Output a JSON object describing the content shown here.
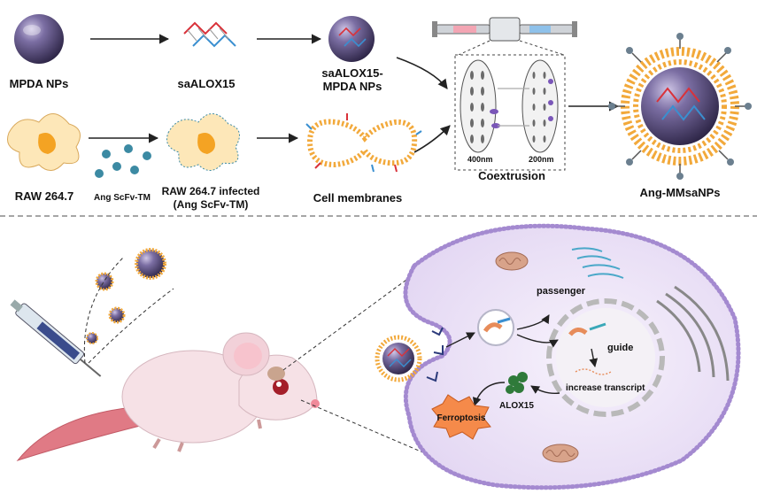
{
  "top": {
    "mpda_label": "MPDA NPs",
    "saalox_label": "saALOX15",
    "saalox_mpda_line1": "saALOX15-",
    "saalox_mpda_line2": "MPDA NPs",
    "raw_label": "RAW 264.7",
    "ang_scfv_label": "Ang ScFv-TM",
    "raw_infected_line1": "RAW 264.7 infected",
    "raw_infected_line2": "(Ang ScFv-TM)",
    "cell_membranes_label": "Cell membranes",
    "pore_400": "400nm",
    "pore_200": "200nm",
    "coextrusion_label": "Coextrusion",
    "product_label": "Ang-MMsaNPs"
  },
  "bottom": {
    "passenger_label": "passenger",
    "guide_label": "guide",
    "increase_transcript_label": "increase transcript",
    "alox15_label": "ALOX15",
    "ferroptosis_label": "Ferroptosis"
  },
  "colors": {
    "nanoparticle": "#4a3f6b",
    "membrane": "#f2a93b",
    "macrophage": "#fde7b8",
    "nucleus_orange": "#f4a323",
    "virus": "#3c8aa3",
    "cell_fill": "#ece3f6",
    "cell_dots": "#a48ad0",
    "ferroptosis": "#f58a4a",
    "rna_red": "#d9323a",
    "rna_blue": "#3a8fd0",
    "mouse_body": "#f6e1e6",
    "mouse_tail": "#e07a85"
  }
}
